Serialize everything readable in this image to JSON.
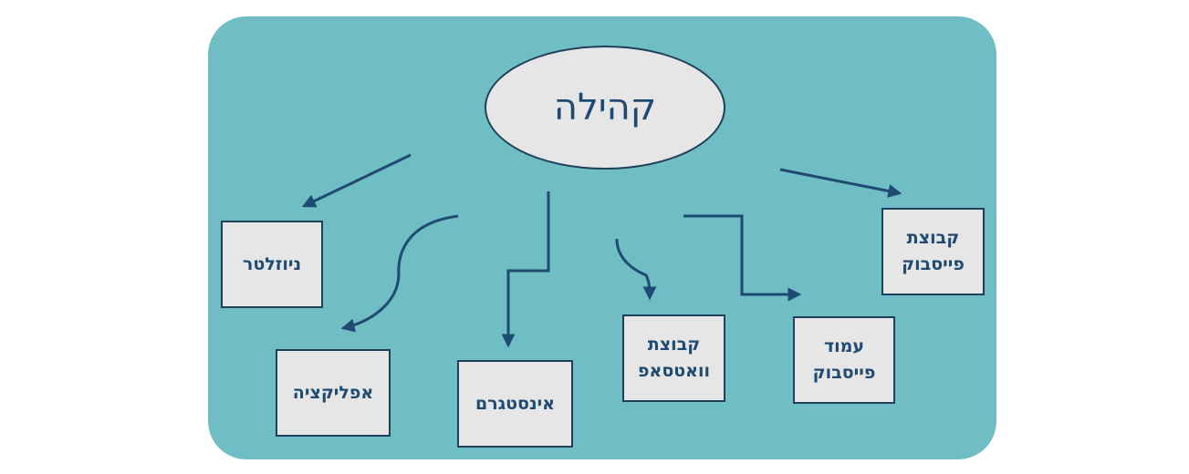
{
  "colors": {
    "panel": "#6fbec3",
    "box_fill": "#e6e6e6",
    "arrow": "#1f4b73",
    "text": "#1f4b73"
  },
  "hub": {
    "label": "קהילה"
  },
  "channels": [
    {
      "id": "newsletter",
      "label": "ניוזלטר"
    },
    {
      "id": "app",
      "label": "אפליקציה"
    },
    {
      "id": "instagram",
      "label": "אינסטגרם"
    },
    {
      "id": "whatsapp-group",
      "label": "קבוצת\nוואטסאפ"
    },
    {
      "id": "facebook-page",
      "label": "עמוד\nפייסבוק"
    },
    {
      "id": "facebook-group",
      "label": "קבוצת\nפייסבוק"
    }
  ]
}
